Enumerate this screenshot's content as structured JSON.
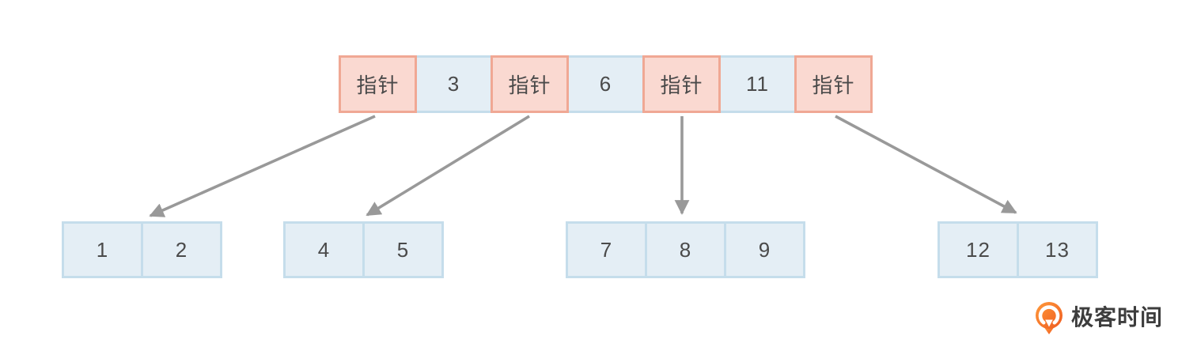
{
  "tree": {
    "description": "B+ tree index node diagram",
    "root": {
      "cells": [
        {
          "type": "pointer",
          "label": "指针"
        },
        {
          "type": "key",
          "label": "3"
        },
        {
          "type": "pointer",
          "label": "指针"
        },
        {
          "type": "key",
          "label": "6"
        },
        {
          "type": "pointer",
          "label": "指针"
        },
        {
          "type": "key",
          "label": "11"
        },
        {
          "type": "pointer",
          "label": "指针"
        }
      ]
    },
    "leaves": [
      {
        "cells": [
          {
            "label": "1"
          },
          {
            "label": "2"
          }
        ]
      },
      {
        "cells": [
          {
            "label": "4"
          },
          {
            "label": "5"
          }
        ]
      },
      {
        "cells": [
          {
            "label": "7"
          },
          {
            "label": "8"
          },
          {
            "label": "9"
          }
        ]
      },
      {
        "cells": [
          {
            "label": "12"
          },
          {
            "label": "13"
          }
        ]
      }
    ]
  },
  "colors": {
    "pointer_fill": "#fad9d1",
    "pointer_border": "#f0a894",
    "key_fill": "#e4eef5",
    "key_border": "#c5ddeb",
    "arrow": "#999999",
    "cell_text": "#4a4a4a",
    "logo_orange_light": "#ff9a3c",
    "logo_orange_dark": "#ef5a1e",
    "logo_text_color": "#3d3d3d"
  },
  "branding": {
    "logo_text": "极客时间",
    "logo_icon": "geektime-circle-icon"
  }
}
